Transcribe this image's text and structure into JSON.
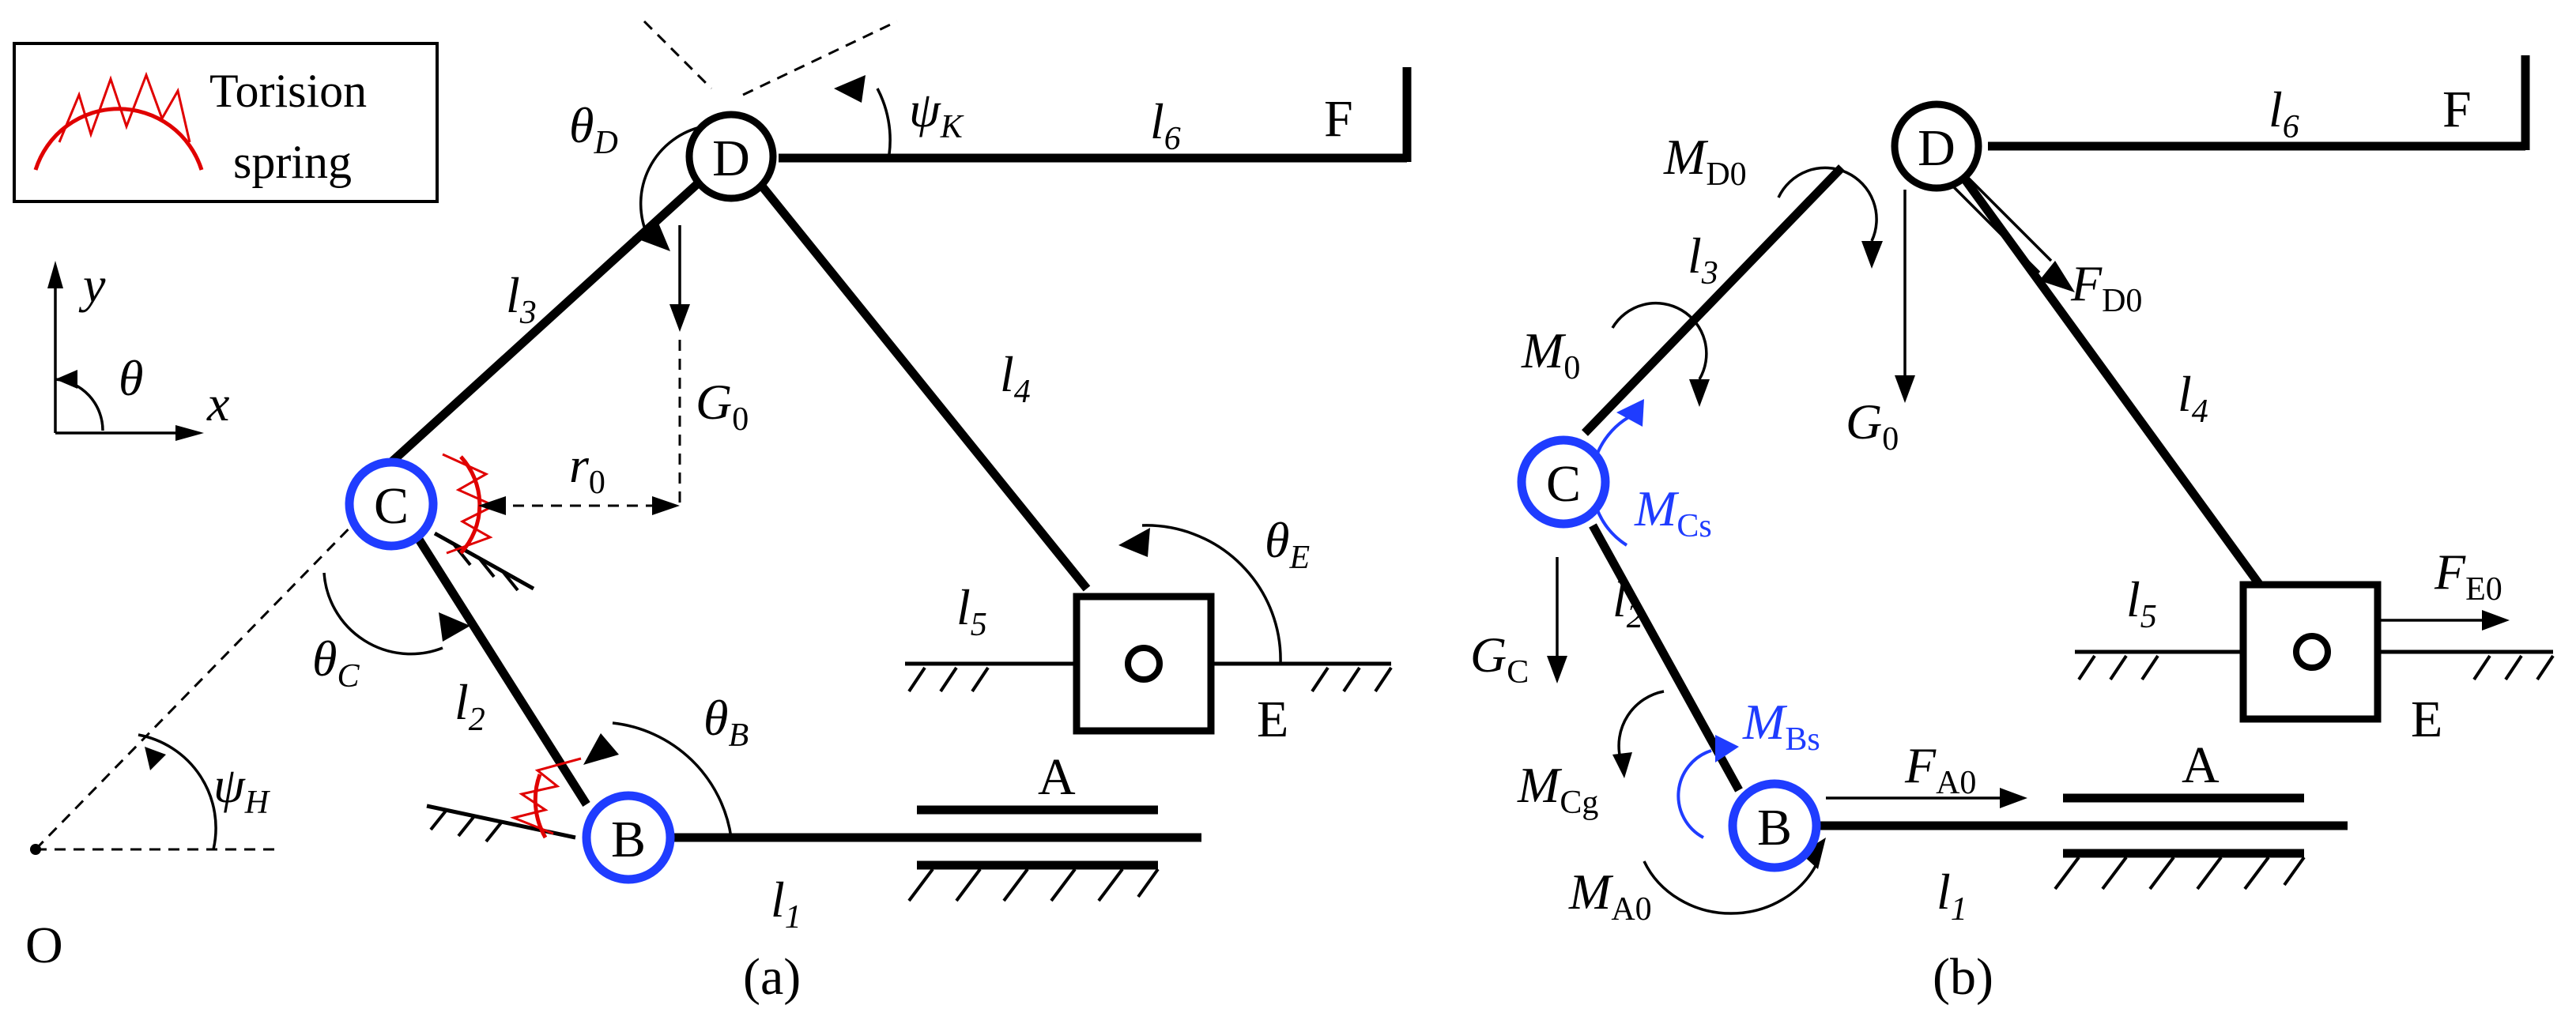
{
  "legend": {
    "line1": "Torision",
    "line2": "spring"
  },
  "axes": {
    "x": "x",
    "y": "y",
    "theta": "θ"
  },
  "panel_a": {
    "caption": "(a)",
    "joints": {
      "D": "D",
      "C": "C",
      "B": "B"
    },
    "points": {
      "F": "F",
      "E": "E",
      "A": "A",
      "O": "O"
    },
    "links": {
      "l1": {
        "base": "l",
        "sub": "1"
      },
      "l2": {
        "base": "l",
        "sub": "2"
      },
      "l3": {
        "base": "l",
        "sub": "3"
      },
      "l4": {
        "base": "l",
        "sub": "4"
      },
      "l5": {
        "base": "l",
        "sub": "5"
      },
      "l6": {
        "base": "l",
        "sub": "6"
      }
    },
    "angles": {
      "thetaD": {
        "base": "θ",
        "sub": "D"
      },
      "thetaC": {
        "base": "θ",
        "sub": "C"
      },
      "thetaB": {
        "base": "θ",
        "sub": "B"
      },
      "thetaE": {
        "base": "θ",
        "sub": "E"
      },
      "psiK": {
        "base": "ψ",
        "sub": "K"
      },
      "psiH": {
        "base": "ψ",
        "sub": "H"
      }
    },
    "G0": {
      "base": "G",
      "sub": "0"
    },
    "r0": {
      "base": "r",
      "sub": "0"
    }
  },
  "panel_b": {
    "caption": "(b)",
    "joints": {
      "D": "D",
      "C": "C",
      "B": "B"
    },
    "points": {
      "F": "F",
      "E": "E",
      "A": "A"
    },
    "links": {
      "l1": {
        "base": "l",
        "sub": "1"
      },
      "l2": {
        "base": "l",
        "sub": "2"
      },
      "l3": {
        "base": "l",
        "sub": "3"
      },
      "l4": {
        "base": "l",
        "sub": "4"
      },
      "l5": {
        "base": "l",
        "sub": "5"
      },
      "l6": {
        "base": "l",
        "sub": "6"
      }
    },
    "MD0": {
      "base": "M",
      "sub": "D0"
    },
    "FD0": {
      "base": "F",
      "sub": "D0"
    },
    "M0": {
      "base": "M",
      "sub": "0"
    },
    "G0": {
      "base": "G",
      "sub": "0"
    },
    "MCs": {
      "base": "M",
      "sub": "Cs"
    },
    "GC": {
      "base": "G",
      "sub": "C"
    },
    "MBs": {
      "base": "M",
      "sub": "Bs"
    },
    "MCg": {
      "base": "M",
      "sub": "Cg"
    },
    "FA0": {
      "base": "F",
      "sub": "A0"
    },
    "MA0": {
      "base": "M",
      "sub": "A0"
    },
    "FE0": {
      "base": "F",
      "sub": "E0"
    }
  },
  "colors": {
    "joint_blue": "#1f3cff",
    "spring_red": "#e00000",
    "ink": "#000000"
  }
}
